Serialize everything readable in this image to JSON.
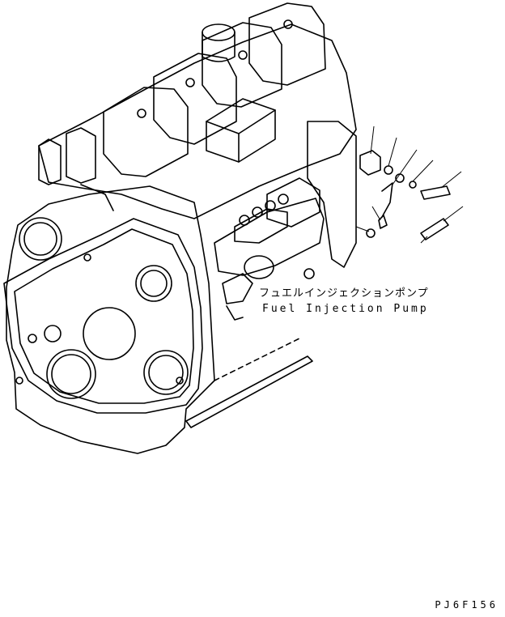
{
  "label": {
    "jp": "フュエルインジェクションポンプ",
    "en": "Fuel Injection Pump"
  },
  "drawing_code": "PJ6F156",
  "colors": {
    "line": "#000000",
    "background": "#ffffff"
  }
}
